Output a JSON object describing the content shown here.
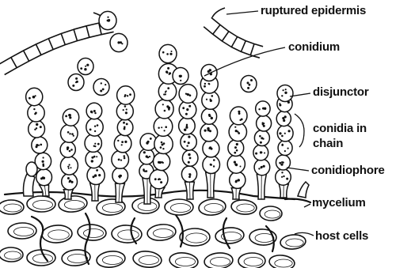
{
  "diagram": {
    "ink_color": "#111111",
    "background": "#ffffff",
    "labels": {
      "ruptured_epidermis": "ruptured epidermis",
      "conidium": "conidium",
      "disjunctor": "disjunctor",
      "conidia_in_chain_line1": "conidia in",
      "conidia_in_chain_line2": "chain",
      "conidiophore": "conidiophore",
      "mycelium": "mycelium",
      "host_cells": "host cells"
    }
  }
}
